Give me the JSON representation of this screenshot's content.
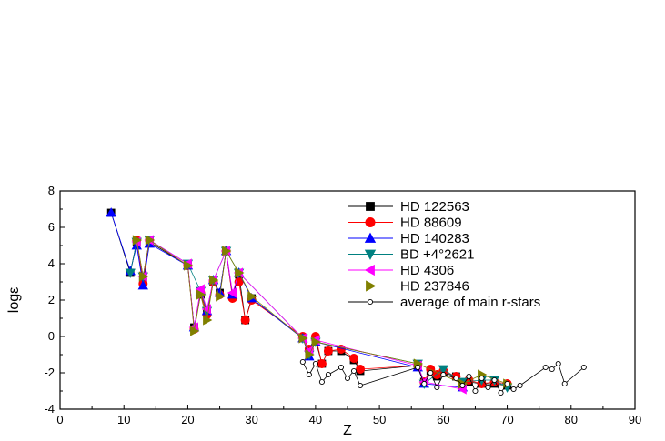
{
  "chart_data": {
    "type": "line",
    "title": "",
    "xlabel": "Z",
    "ylabel": "logε",
    "xlim": [
      0,
      90
    ],
    "ylim": [
      -4,
      8
    ],
    "x_ticks": [
      "0",
      "10",
      "20",
      "30",
      "40",
      "50",
      "60",
      "70",
      "80",
      "90"
    ],
    "y_ticks": [
      "-4",
      "-2",
      "0",
      "2",
      "4",
      "6",
      "8"
    ],
    "grid": false,
    "legend_position": "top-right",
    "series": [
      {
        "name": "HD 122563",
        "color": "#000000",
        "marker": "square",
        "points": [
          [
            8,
            6.8
          ],
          [
            11,
            3.5
          ],
          [
            12,
            5.2
          ],
          [
            13,
            3.1
          ],
          [
            14,
            5.2
          ],
          [
            20,
            3.9
          ],
          [
            21,
            0.5
          ],
          [
            22,
            2.3
          ],
          [
            23,
            1.3
          ],
          [
            24,
            3.0
          ],
          [
            25,
            2.4
          ],
          [
            26,
            4.7
          ],
          [
            27,
            2.2
          ],
          [
            28,
            3.4
          ],
          [
            29,
            0.9
          ],
          [
            30,
            2.1
          ],
          [
            38,
            -0.1
          ],
          [
            39,
            -0.8
          ],
          [
            40,
            -0.2
          ],
          [
            41,
            -1.5
          ],
          [
            42,
            -0.8
          ],
          [
            44,
            -0.8
          ],
          [
            46,
            -1.3
          ],
          [
            47,
            -1.9
          ],
          [
            56,
            -1.6
          ],
          [
            57,
            -2.5
          ],
          [
            58,
            -1.9
          ],
          [
            59,
            -2.2
          ],
          [
            60,
            -2.0
          ],
          [
            62,
            -2.2
          ],
          [
            63,
            -2.6
          ],
          [
            64,
            -2.5
          ],
          [
            66,
            -2.6
          ],
          [
            68,
            -2.6
          ],
          [
            70,
            -2.7
          ]
        ]
      },
      {
        "name": "HD 88609",
        "color": "#ff0000",
        "marker": "circle",
        "points": [
          [
            12,
            5.3
          ],
          [
            13,
            2.9
          ],
          [
            14,
            5.3
          ],
          [
            20,
            3.9
          ],
          [
            21,
            0.4
          ],
          [
            22,
            2.4
          ],
          [
            23,
            1.2
          ],
          [
            24,
            3.0
          ],
          [
            25,
            2.3
          ],
          [
            26,
            4.7
          ],
          [
            27,
            2.1
          ],
          [
            28,
            3.0
          ],
          [
            29,
            0.9
          ],
          [
            30,
            2.0
          ],
          [
            38,
            0.0
          ],
          [
            39,
            -0.7
          ],
          [
            40,
            0.0
          ],
          [
            41,
            -1.5
          ],
          [
            42,
            -0.8
          ],
          [
            44,
            -0.7
          ],
          [
            46,
            -1.2
          ],
          [
            47,
            -1.8
          ],
          [
            56,
            -1.6
          ],
          [
            57,
            -2.5
          ],
          [
            58,
            -1.8
          ],
          [
            59,
            -2.1
          ],
          [
            60,
            -1.9
          ],
          [
            62,
            -2.2
          ],
          [
            63,
            -2.6
          ],
          [
            64,
            -2.4
          ],
          [
            66,
            -2.6
          ],
          [
            68,
            -2.5
          ],
          [
            70,
            -2.6
          ]
        ]
      },
      {
        "name": "HD 140283",
        "color": "#0000ff",
        "marker": "triangle-up",
        "points": [
          [
            8,
            6.8
          ],
          [
            11,
            3.6
          ],
          [
            12,
            5.0
          ],
          [
            13,
            2.8
          ],
          [
            14,
            5.1
          ],
          [
            20,
            3.9
          ],
          [
            21,
            0.5
          ],
          [
            22,
            2.5
          ],
          [
            23,
            1.4
          ],
          [
            24,
            3.1
          ],
          [
            25,
            2.4
          ],
          [
            26,
            4.7
          ],
          [
            27,
            2.3
          ],
          [
            28,
            3.5
          ],
          [
            30,
            2.1
          ],
          [
            38,
            -0.1
          ],
          [
            39,
            -1.1
          ],
          [
            40,
            -0.3
          ],
          [
            56,
            -1.7
          ],
          [
            57,
            -2.6
          ],
          [
            63,
            -2.8
          ]
        ]
      },
      {
        "name": "BD +4°2621",
        "color": "#008080",
        "marker": "triangle-down",
        "points": [
          [
            11,
            3.5
          ],
          [
            12,
            5.2
          ],
          [
            13,
            3.3
          ],
          [
            14,
            5.3
          ],
          [
            20,
            4.0
          ],
          [
            22,
            2.5
          ],
          [
            23,
            1.4
          ],
          [
            24,
            3.1
          ],
          [
            26,
            4.7
          ],
          [
            28,
            3.5
          ],
          [
            38,
            -0.1
          ],
          [
            39,
            -1.0
          ],
          [
            40,
            -0.3
          ],
          [
            56,
            -1.5
          ],
          [
            57,
            -2.6
          ],
          [
            60,
            -1.8
          ],
          [
            63,
            -2.5
          ],
          [
            66,
            -2.4
          ],
          [
            68,
            -2.4
          ],
          [
            70,
            -2.8
          ]
        ]
      },
      {
        "name": "HD 4306",
        "color": "#ff00ff",
        "marker": "triangle-left",
        "points": [
          [
            12,
            5.2
          ],
          [
            13,
            3.3
          ],
          [
            14,
            5.3
          ],
          [
            20,
            4.0
          ],
          [
            21,
            0.5
          ],
          [
            22,
            2.6
          ],
          [
            23,
            1.5
          ],
          [
            24,
            3.1
          ],
          [
            26,
            4.7
          ],
          [
            27,
            2.4
          ],
          [
            28,
            3.5
          ],
          [
            38,
            -0.1
          ],
          [
            39,
            -0.8
          ],
          [
            40,
            -0.2
          ],
          [
            56,
            -1.6
          ],
          [
            57,
            -2.5
          ],
          [
            63,
            -2.9
          ]
        ]
      },
      {
        "name": "HD 237846",
        "color": "#808000",
        "marker": "triangle-right",
        "points": [
          [
            12,
            5.3
          ],
          [
            13,
            3.3
          ],
          [
            14,
            5.3
          ],
          [
            20,
            3.9
          ],
          [
            21,
            0.3
          ],
          [
            22,
            2.3
          ],
          [
            23,
            0.9
          ],
          [
            24,
            3.1
          ],
          [
            25,
            2.2
          ],
          [
            26,
            4.7
          ],
          [
            28,
            3.5
          ],
          [
            30,
            2.2
          ],
          [
            38,
            -0.1
          ],
          [
            39,
            -1.0
          ],
          [
            40,
            -0.3
          ],
          [
            56,
            -1.5
          ],
          [
            63,
            -2.6
          ],
          [
            66,
            -2.1
          ],
          [
            70,
            -2.6
          ]
        ]
      },
      {
        "name": "average of main r-stars",
        "color": "#000000",
        "marker": "open-circle",
        "points": [
          [
            38,
            -1.4
          ],
          [
            39,
            -2.1
          ],
          [
            40,
            -1.5
          ],
          [
            41,
            -2.5
          ],
          [
            42,
            -2.1
          ],
          [
            44,
            -1.7
          ],
          [
            45,
            -2.3
          ],
          [
            46,
            -1.9
          ],
          [
            47,
            -2.7
          ],
          [
            56,
            -1.7
          ],
          [
            57,
            -2.6
          ],
          [
            58,
            -2.0
          ],
          [
            59,
            -2.8
          ],
          [
            60,
            -2.1
          ],
          [
            62,
            -2.3
          ],
          [
            63,
            -2.7
          ],
          [
            64,
            -2.2
          ],
          [
            65,
            -3.0
          ],
          [
            66,
            -2.3
          ],
          [
            67,
            -2.8
          ],
          [
            68,
            -2.4
          ],
          [
            69,
            -3.1
          ],
          [
            70,
            -2.6
          ],
          [
            71,
            -2.9
          ],
          [
            72,
            -2.7
          ],
          [
            76,
            -1.7
          ],
          [
            77,
            -1.8
          ],
          [
            78,
            -1.5
          ],
          [
            79,
            -2.6
          ],
          [
            82,
            -1.7
          ]
        ]
      }
    ]
  }
}
